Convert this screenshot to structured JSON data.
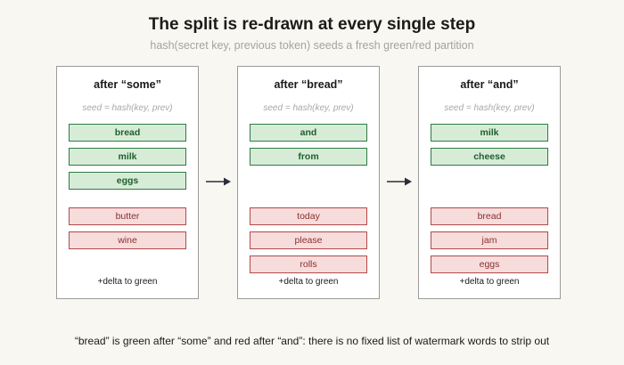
{
  "title": "The split is re-drawn at every single step",
  "subtitle": "hash(secret key, previous token) seeds a fresh green/red partition",
  "colors": {
    "green_fill": "#d7ecd6",
    "green_border": "#2f7b43",
    "red_fill": "#f7dcdc",
    "red_border": "#b04a4a",
    "arrow": "#2a2f3a"
  },
  "panels": [
    {
      "title": "after “some”",
      "seed": "seed = hash(key, prev)",
      "green": [
        "bread",
        "milk",
        "eggs"
      ],
      "red": [
        "butter",
        "wine"
      ],
      "footer": "+delta to green"
    },
    {
      "title": "after “bread”",
      "seed": "seed = hash(key, prev)",
      "green": [
        "and",
        "from"
      ],
      "red": [
        "today",
        "please",
        "rolls"
      ],
      "footer": "+delta to green"
    },
    {
      "title": "after “and”",
      "seed": "seed = hash(key, prev)",
      "green": [
        "milk",
        "cheese"
      ],
      "red": [
        "bread",
        "jam",
        "eggs"
      ],
      "footer": "+delta to green"
    }
  ],
  "caption": "“bread” is green after “some” and red after “and”: there is no fixed list of watermark words to strip out"
}
